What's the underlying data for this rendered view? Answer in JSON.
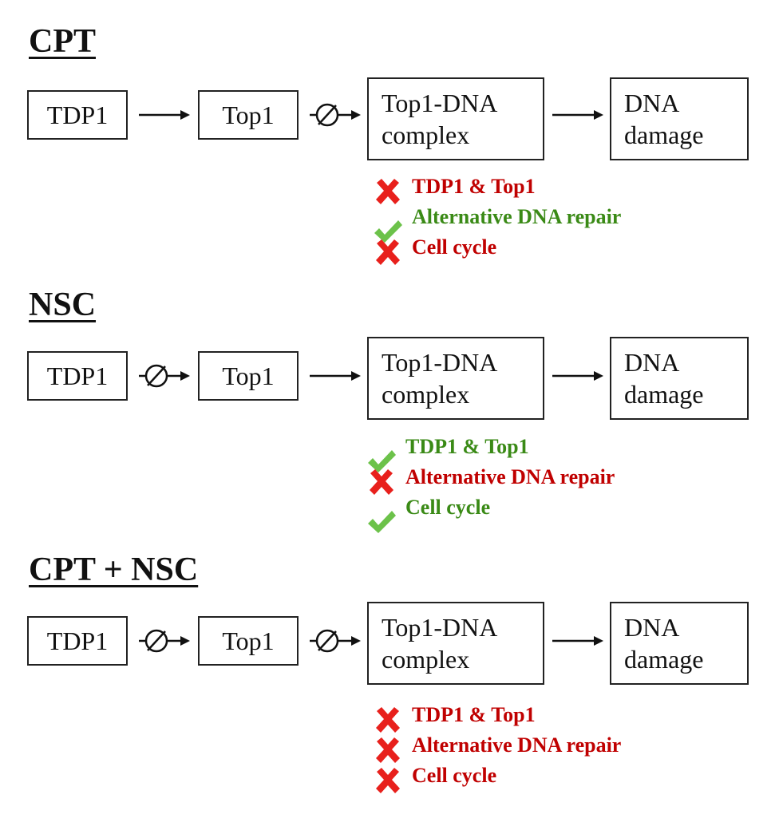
{
  "sections": [
    {
      "title": "CPT",
      "nodes": [
        "TDP1",
        "Top1",
        "Top1-DNA",
        "complex",
        "DNA",
        "damage"
      ],
      "links": [
        "normal",
        "inhibited",
        "normal"
      ],
      "outcomes": [
        {
          "status": "blocked",
          "text": "TDP1 & Top1"
        },
        {
          "status": "ok",
          "text": "Alternative DNA repair"
        },
        {
          "status": "blocked",
          "text": "Cell cycle"
        }
      ]
    },
    {
      "title": "NSC",
      "nodes": [
        "TDP1",
        "Top1",
        "Top1-DNA",
        "complex",
        "DNA",
        "damage"
      ],
      "links": [
        "inhibited",
        "normal",
        "normal"
      ],
      "outcomes": [
        {
          "status": "ok",
          "text": "TDP1 & Top1"
        },
        {
          "status": "blocked",
          "text": "Alternative DNA repair"
        },
        {
          "status": "ok",
          "text": "Cell cycle"
        }
      ]
    },
    {
      "title": "CPT + NSC",
      "nodes": [
        "TDP1",
        "Top1",
        "Top1-DNA",
        "complex",
        "DNA",
        "damage"
      ],
      "links": [
        "inhibited",
        "inhibited",
        "normal"
      ],
      "outcomes": [
        {
          "status": "blocked",
          "text": "TDP1 & Top1"
        },
        {
          "status": "blocked",
          "text": "Alternative DNA repair"
        },
        {
          "status": "blocked",
          "text": "Cell cycle"
        }
      ]
    }
  ],
  "colors": {
    "blocked": "#e8201c",
    "ok": "#6cc24a",
    "blocked_text": "#c00000",
    "ok_text": "#3a8a16",
    "line": "#111111"
  },
  "icons": {
    "blocked": "cross-mark-icon",
    "ok": "check-mark-icon",
    "inhibited_link": "inhibition-arrow-icon",
    "normal_link": "arrow-icon"
  }
}
